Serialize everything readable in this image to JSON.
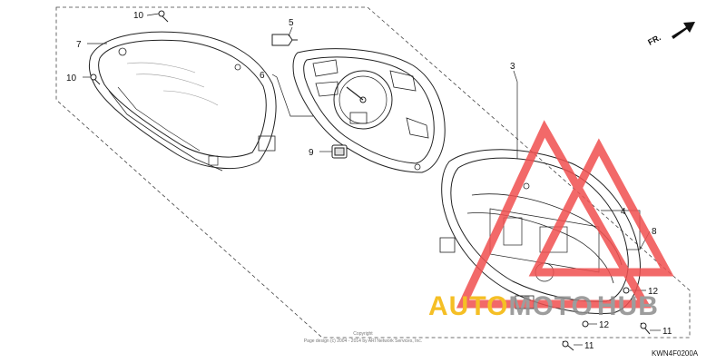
{
  "callouts": {
    "c10a": "10",
    "c10b": "10",
    "c7": "7",
    "c5": "5",
    "c6": "6",
    "c9": "9",
    "c3": "3",
    "c4": "4",
    "c8": "8",
    "c12a": "12",
    "c12b": "12",
    "c11a": "11",
    "c11b": "11"
  },
  "front_marker": "FR.",
  "copyright": {
    "line1": "Copyright",
    "line2": "Page design (c) 2004 - 2014 by ARI Network Services, Inc."
  },
  "diagram_code": "KWN4F0200A",
  "watermark": {
    "part1": "AUTO",
    "part2": "MOTO",
    "part3": "HUB",
    "color_orange": "#f4b400",
    "color_gray": "#8c8c8c",
    "color_red": "#f05050"
  }
}
